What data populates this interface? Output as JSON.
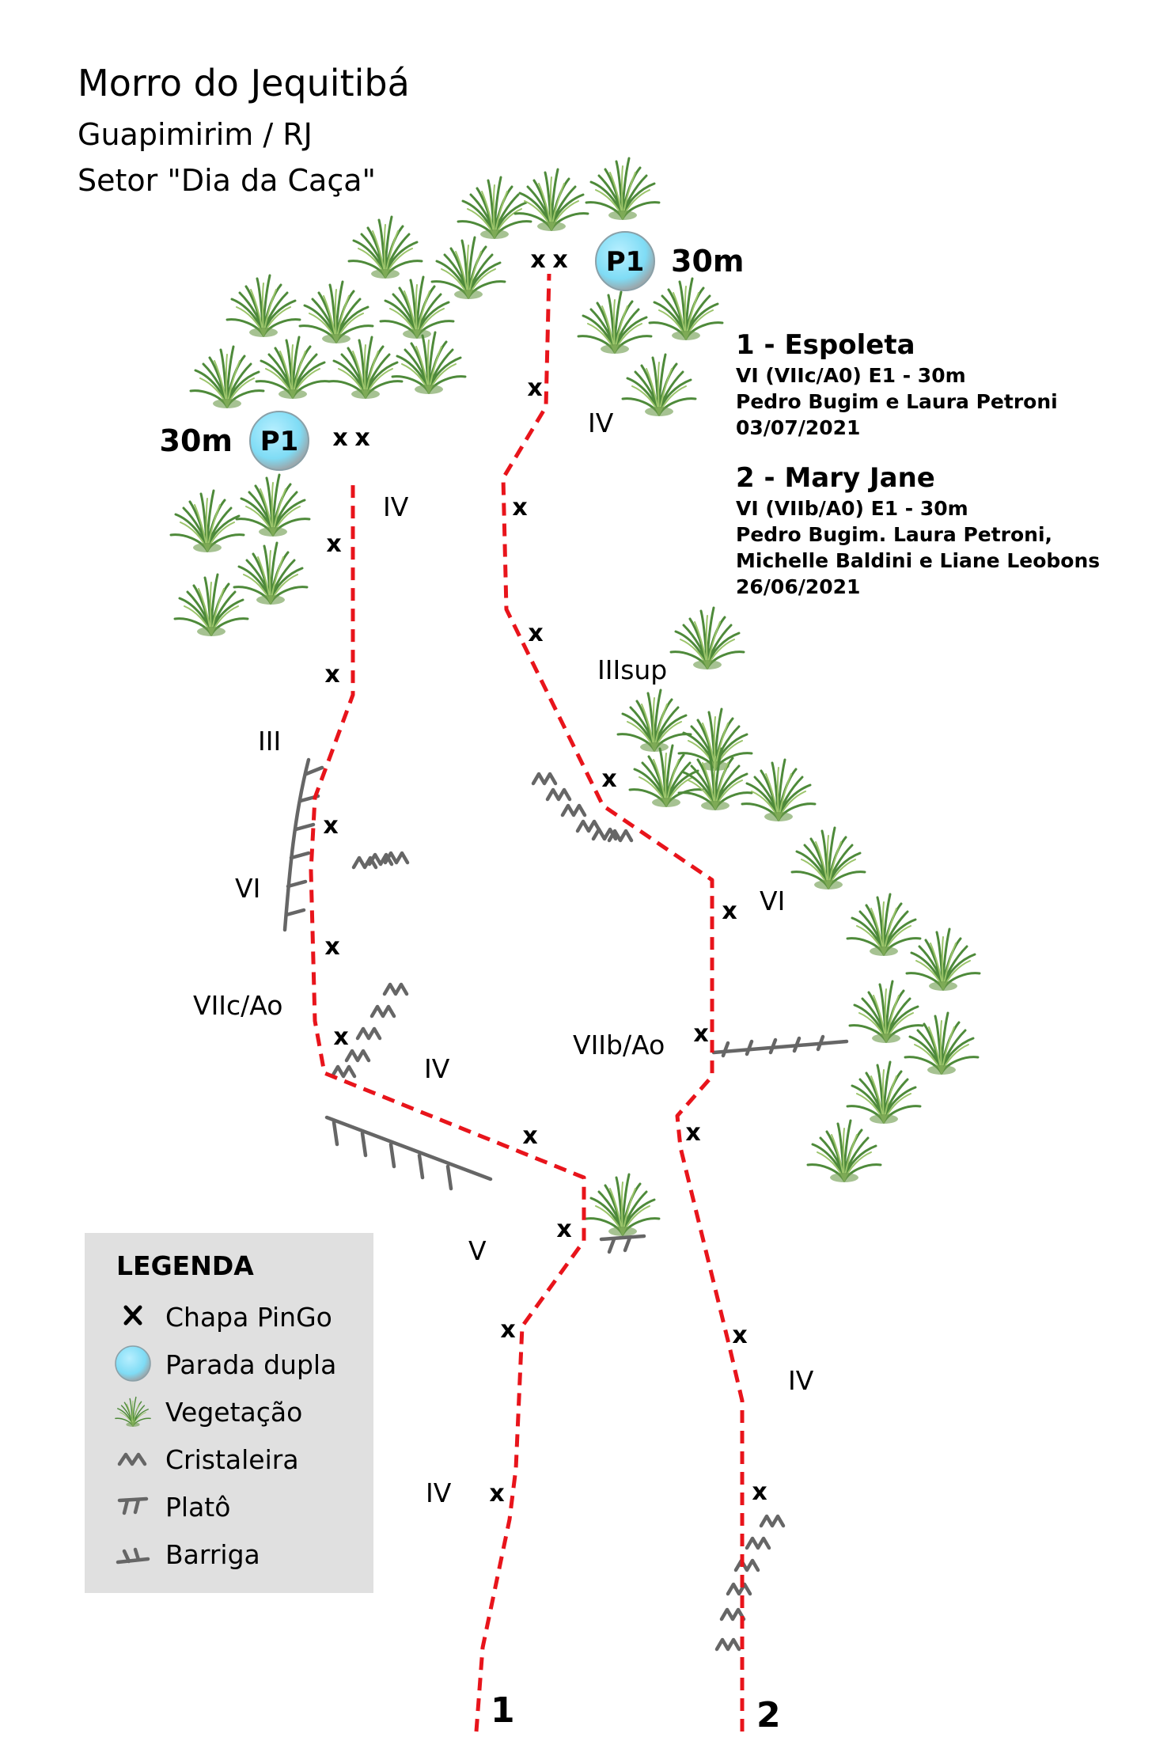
{
  "header": {
    "title": "Morro do Jequitibá",
    "location": "Guapimirim / RJ",
    "sector": "Setor \"Dia da Caça\""
  },
  "routes": [
    {
      "number": "1",
      "name": "1 - Espoleta",
      "grade": "VI (VIIc/A0) E1 - 30m",
      "first_ascent": [
        "Pedro Bugim e Laura Petroni"
      ],
      "date": "03/07/2021",
      "anchor_label": "P1",
      "anchor_height": "30m",
      "pitch_grades": [
        "IV",
        "III",
        "VI",
        "VIIc/Ao",
        "IV",
        "V",
        "IV"
      ]
    },
    {
      "number": "2",
      "name": "2 - Mary Jane",
      "grade": "VI (VIIb/A0) E1 - 30m",
      "first_ascent": [
        "Pedro Bugim. Laura Petroni,",
        "Michelle Baldini e Liane Leobons"
      ],
      "date": "26/06/2021",
      "anchor_label": "P1",
      "anchor_height": "30m",
      "pitch_grades": [
        "IV",
        "IIIsup",
        "VI",
        "VIIb/Ao",
        "IV"
      ]
    }
  ],
  "bolt_mark": "x",
  "legend": {
    "title": "LEGENDA",
    "items": [
      {
        "symbol": "bolt-icon",
        "label": "Chapa PinGo"
      },
      {
        "symbol": "double-anchor-icon",
        "label": "Parada dupla"
      },
      {
        "symbol": "vegetation-icon",
        "label": "Vegetação"
      },
      {
        "symbol": "crystal-icon",
        "label": "Cristaleira"
      },
      {
        "symbol": "ledge-icon",
        "label": "Platô"
      },
      {
        "symbol": "bulge-icon",
        "label": "Barriga"
      }
    ]
  },
  "colors": {
    "route_line": "#e8141b",
    "anchor_fill": "#7fdcf5",
    "symbol_gray": "#666666",
    "vegetation": "#4e8a3a",
    "legend_bg": "#e0e0e0"
  }
}
